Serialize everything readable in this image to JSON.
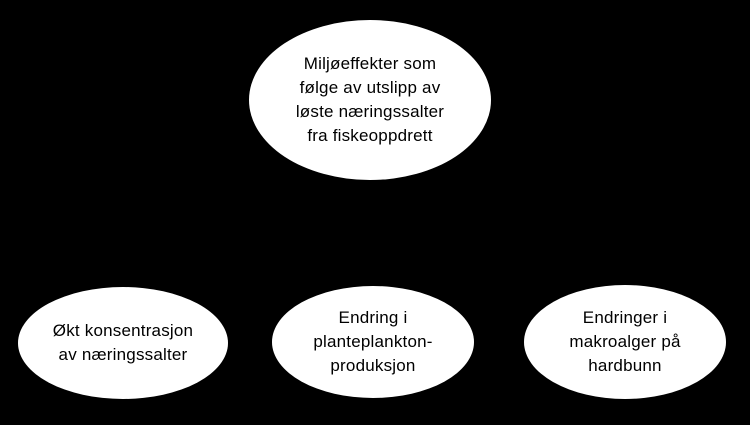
{
  "diagram": {
    "colors": {
      "background": "#000000",
      "node_fill": "#ffffff",
      "node_text": "#000000"
    },
    "nodes": {
      "root": {
        "lines": [
          "Miljøeffekter som",
          "følge av utslipp av",
          "løste næringssalter",
          "fra fiskeoppdrett"
        ]
      },
      "child1": {
        "lines": [
          "Økt konsentrasjon",
          "av næringssalter"
        ]
      },
      "child2": {
        "lines": [
          "Endring i",
          "planteplankton-",
          "produksjon"
        ]
      },
      "child3": {
        "lines": [
          "Endringer i",
          "makroalger på",
          "hardbunn"
        ]
      }
    }
  }
}
